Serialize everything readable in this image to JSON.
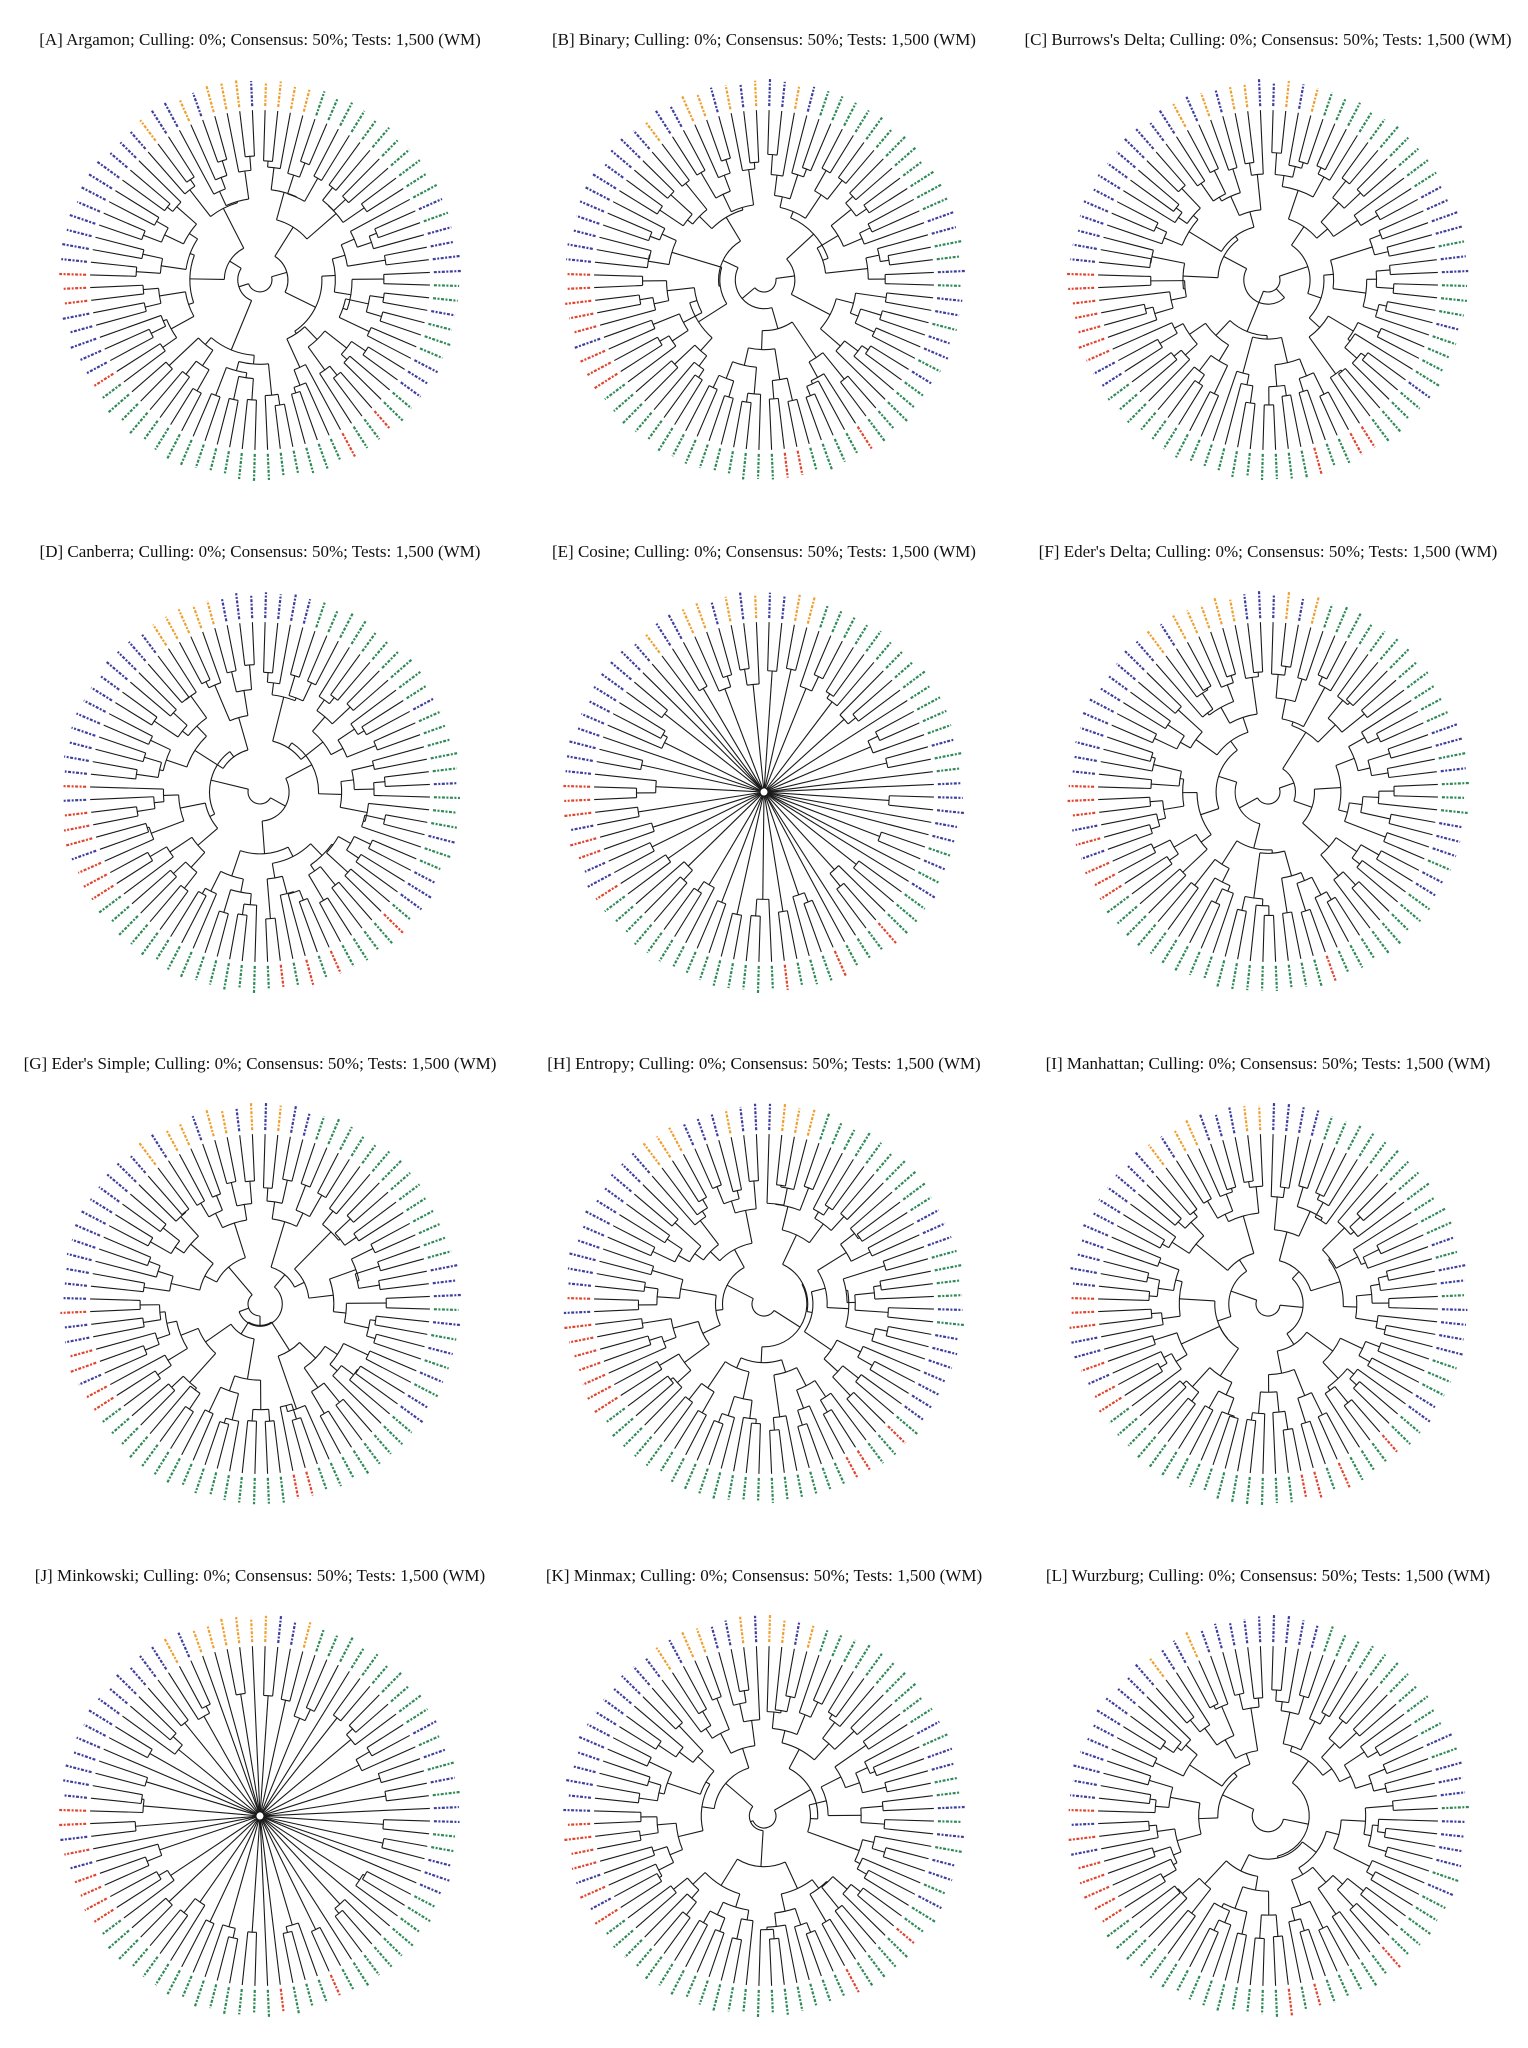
{
  "colors": {
    "line": "#1a1a1a",
    "red": "#e0452f",
    "orange": "#f0a030",
    "green": "#2e8a57",
    "blue": "#3f3f9f"
  },
  "panels": [
    {
      "title": "[A] Argamon; Culling: 0%; Consensus: 50%; Tests: 1,500 (WM)"
    },
    {
      "title": "[B] Binary; Culling: 0%; Consensus: 50%; Tests: 1,500 (WM)"
    },
    {
      "title": "[C] Burrows's Delta; Culling: 0%; Consensus: 50%; Tests: 1,500 (WM)"
    },
    {
      "title": "[D] Canberra; Culling: 0%; Consensus: 50%; Tests: 1,500 (WM)"
    },
    {
      "title": "[E] Cosine; Culling: 0%; Consensus: 50%; Tests: 1,500 (WM)"
    },
    {
      "title": "[F] Eder's Delta; Culling: 0%; Consensus: 50%; Tests: 1,500 (WM)"
    },
    {
      "title": "[G] Eder's Simple; Culling: 0%; Consensus: 50%; Tests: 1,500 (WM)"
    },
    {
      "title": "[H] Entropy; Culling: 0%; Consensus: 50%; Tests: 1,500 (WM)"
    },
    {
      "title": "[I] Manhattan; Culling: 0%; Consensus: 50%; Tests: 1,500 (WM)"
    },
    {
      "title": "[J] Minkowski; Culling: 0%; Consensus: 50%; Tests: 1,500 (WM)"
    },
    {
      "title": "[K] Minmax; Culling: 0%; Consensus: 50%; Tests: 1,500 (WM)"
    },
    {
      "title": "[L] Wurzburg; Culling: 0%; Consensus: 50%; Tests: 1,500 (WM)"
    }
  ]
}
